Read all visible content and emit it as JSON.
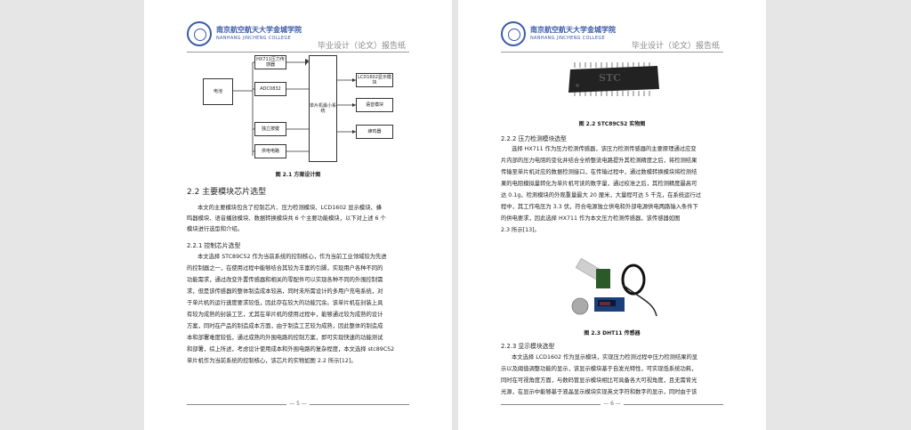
{
  "header": {
    "school_cn": "南京航空航天大学金城学院",
    "school_en": "NANHANG JINCHENG COLLEGE",
    "report_label": "毕业设计（论文）报告纸"
  },
  "page_left": {
    "diagram": {
      "power": "电池",
      "sensor": "HX711压力传感器",
      "adc": "ADC0832",
      "keys": "独立按键",
      "relay": "供电电路",
      "mcu": "单片机最小系统",
      "lcd": "LCD1602显示模块",
      "voice": "语音模块",
      "buzzer": "蜂鸣器"
    },
    "fig_caption": "图 2.1  方案设计图",
    "section_title": "2.2 主要模块芯片选型",
    "intro_lines": [
      "本文的主要模块包含了控制芯片、压力检测模块、LCD1602 显示模块、蜂",
      "鸣器模块、语音播放模块、数据转换模块共 6 个主要功能模块，以下对上述 6 个",
      "模块进行选型和介绍。"
    ],
    "subsection_title": "2.2.1 控制芯片选型",
    "body_lines": [
      "本文选择 STC89C52 作为当前系统的控制核心，作为当前工业领域较为先进",
      "的控制器之一，在使用过程中能够结合其较为丰富的引脚，实现用户各种不同的",
      "功能需求，通过改变外置传感器和相关的零配件可以实现各种不同的外围控制需",
      "求，但是该传感器的整体制造成本较高，同时未所需设计的多用户充电系统，对",
      "于单片机的运行速度要求较低，因此存在较大的功能冗余。该单片机在封装上具",
      "有较为成熟的封装工艺，尤其在单片机的使用过程中，能够通过较为成熟的设计",
      "方案，同时在产品的制造成本方面，由于制造工艺较为成熟，因此整体的制造成",
      "本和部署难度较低，通过成熟的外围电路的控制方案，即可实现快速的功能测试",
      "和部署，综上所述，考虑设计使用成本和外围电路的复杂程度，本文选择 stc89C52",
      "单片机作为当前系统的控制核心，该芯片的实物如图 2.2 所示[12]。"
    ],
    "page_number": "— 5 —"
  },
  "page_right": {
    "chip_label": "STC",
    "fig_caption_chip": "图 2.2  STC89C52 实物图",
    "subsection_title_1": "2.2.2 压力检测模块选型",
    "body_lines_1": [
      "选择 HX711 作为压力检测传感器，该压力检测传感器的主要原理通过应变",
      "片内部的压力电阻的变化并结合全桥整流电路提升其检测精度之后，将检测结果",
      "传输至单片机对应的数据检测接口，在传输过程中，通过数模转换模块将检测结",
      "果的电阻模拟量转化为单片机可读的数字量，通过校准之后，其检测精度最高可",
      "达 0.1g，检测模块的外观重量最大 20 厘米，大量程可达 5 千克，在系统运行过",
      "程中，其工作电压为 3.3 伏，符合电源独立供电和外部电源供电两路输入条件下",
      "的供电要求，因此选择 HX711 作为本文压力检测传感器，该传感器如图",
      "2.3 所示[13]。"
    ],
    "fig_caption_sensor": "图 2.3  DHT11 传感器",
    "subsection_title_2": "2.2.3 显示模块选型",
    "body_lines_2": [
      "本文选择 LCD1602 作为显示模块，实现压力检测过程中压力检测结果的显",
      "示以及阈值调整功能的显示，该显示模块基于自发光特性，可实现低系统功耗，",
      "同时在可视角度方面，与数码管显示模块相比可具备各大可视角度，且无需背光",
      "光源，在显示中能够基于液晶显示模块实现英文字符和数字的显示，同时由于该"
    ],
    "page_number": "— 6 —"
  }
}
